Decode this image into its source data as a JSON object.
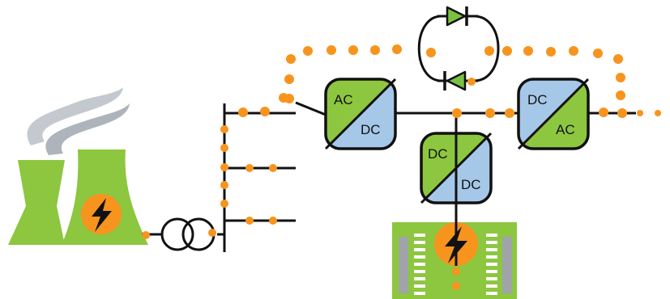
{
  "colors": {
    "green": "#8dc63f",
    "blue": "#a6c8e8",
    "orange": "#f7941d",
    "wire": "#111111",
    "smoke": "#aeb4bb",
    "diode_green": "#7ac143",
    "board_slot": "#a0a4a8"
  },
  "icons": {
    "power_plant": "power-plant-icon",
    "lightning": "lightning-bolt-icon",
    "transformer": "transformer-icon",
    "diode": "diode-icon",
    "storage_board": "storage-board-icon"
  },
  "converters": {
    "ac_dc": {
      "top": "AC",
      "bottom": "DC"
    },
    "dc_ac": {
      "top": "DC",
      "bottom": "AC"
    },
    "dc_dc": {
      "top": "DC",
      "bottom": "DC"
    }
  }
}
